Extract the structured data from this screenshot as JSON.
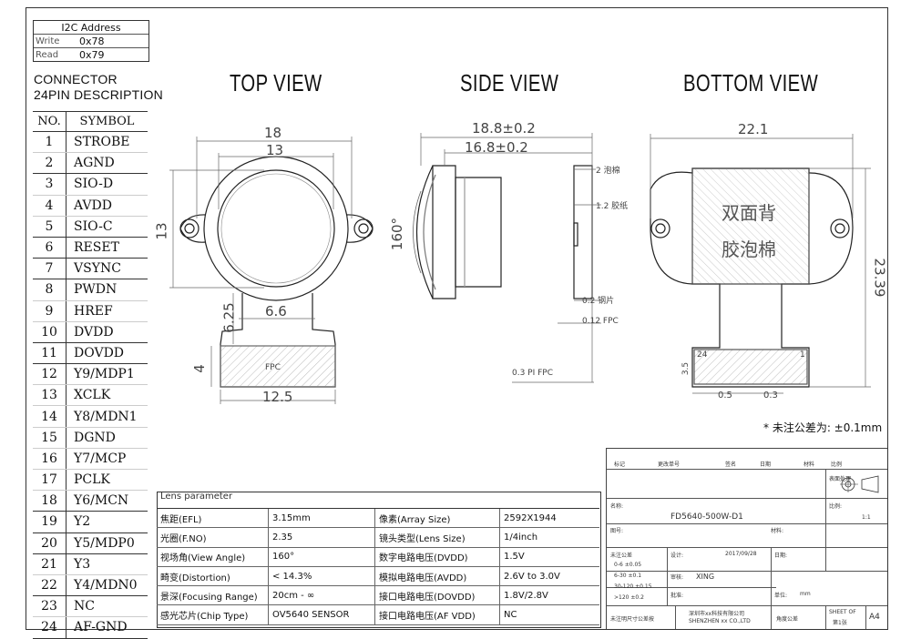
{
  "i2c": {
    "title": "I2C Address",
    "write_label": "Write",
    "write_value": "0x78",
    "read_label": "Read",
    "read_value": "0x79"
  },
  "connector": {
    "title_line1": "CONNECTOR",
    "title_line2": "24PIN DESCRIPTION",
    "col_no": "NO.",
    "col_symbol": "SYMBOL",
    "pins": [
      {
        "no": "1",
        "symbol": "STROBE"
      },
      {
        "no": "2",
        "symbol": "AGND"
      },
      {
        "no": "3",
        "symbol": "SIO-D"
      },
      {
        "no": "4",
        "symbol": "AVDD"
      },
      {
        "no": "5",
        "symbol": "SIO-C"
      },
      {
        "no": "6",
        "symbol": "RESET"
      },
      {
        "no": "7",
        "symbol": "VSYNC"
      },
      {
        "no": "8",
        "symbol": "PWDN"
      },
      {
        "no": "9",
        "symbol": "HREF"
      },
      {
        "no": "10",
        "symbol": "DVDD"
      },
      {
        "no": "11",
        "symbol": "DOVDD"
      },
      {
        "no": "12",
        "symbol": "Y9/MDP1"
      },
      {
        "no": "13",
        "symbol": "XCLK"
      },
      {
        "no": "14",
        "symbol": "Y8/MDN1"
      },
      {
        "no": "15",
        "symbol": "DGND"
      },
      {
        "no": "16",
        "symbol": "Y7/MCP"
      },
      {
        "no": "17",
        "symbol": "PCLK"
      },
      {
        "no": "18",
        "symbol": "Y6/MCN"
      },
      {
        "no": "19",
        "symbol": "Y2"
      },
      {
        "no": "20",
        "symbol": "Y5/MDP0"
      },
      {
        "no": "21",
        "symbol": "Y3"
      },
      {
        "no": "22",
        "symbol": "Y4/MDN0"
      },
      {
        "no": "23",
        "symbol": "NC"
      },
      {
        "no": "24",
        "symbol": "AF-GND"
      }
    ]
  },
  "views": {
    "top": "TOP VIEW",
    "side": "SIDE VIEW",
    "bottom": "BOTTOM VIEW"
  },
  "top_dims": {
    "width_outer": "18",
    "width_inner": "13",
    "height": "13",
    "neck_height": "6.25",
    "neck_width": "6.6",
    "tail_height": "4",
    "tail_width": "12.5",
    "tail_label": "FPC"
  },
  "side_dims": {
    "len_outer": "18.8±0.2",
    "len_inner": "16.8±0.2",
    "angle": "160°",
    "foam": "2 泡棉",
    "glue": "1.2 胶纸",
    "steel": "0.2 钢片",
    "fpc": "0.12 FPC",
    "pi_fpc": "0.3 PI FPC"
  },
  "bottom_dims": {
    "width": "22.1",
    "height": "23.39",
    "foam_label_1": "双面背",
    "foam_label_2": "胶泡棉",
    "pitch": "0.5",
    "pad": "0.3",
    "pin24": "24",
    "pin1": "1",
    "edge": "3.5"
  },
  "tolerance_note": "* 未注公差为: ±0.1mm",
  "lens": {
    "title": "Lens parameter",
    "rows": [
      [
        "焦距(EFL)",
        "3.15mm",
        "像素(Array Size)",
        "2592X1944"
      ],
      [
        "光圈(F.NO)",
        "2.35",
        "镜头类型(Lens Size)",
        "1/4inch"
      ],
      [
        "视场角(View Angle)",
        "160°",
        "数字电路电压(DVDD)",
        "1.5V"
      ],
      [
        "畸变(Distortion)",
        "< 14.3%",
        "模拟电路电压(AVDD)",
        "2.6V to 3.0V"
      ],
      [
        "景深(Focusing Range)",
        "20cm - ∞",
        "接口电路电压(DOVDD)",
        "1.8V/2.8V"
      ],
      [
        "感光芯片(Chip Type)",
        "OV5640 SENSOR",
        "接口电路电压(AF VDD)",
        "NC"
      ]
    ]
  },
  "title_block": {
    "h1": "标记",
    "h2": "更改单号",
    "h3": "签名",
    "h4": "日期",
    "h5": "材料",
    "h6": "比例",
    "title_label": "名称:",
    "part_no": "FD5640-500W-D1",
    "drawing_no": "图号:",
    "material": "材料:",
    "designer_label": "设计:",
    "designer": "XING",
    "date_label": "日期:",
    "date_value": "2017/09/28",
    "checker_label": "审核:",
    "approver_label": "批准:",
    "scale_label": "比例:",
    "scale_value": "1:1",
    "unit_label": "单位:",
    "unit_value": "mm",
    "tol_header": "未注公差",
    "tol1": "0-6 ±0.05",
    "tol2": "6-30 ±0.1",
    "tol3": "30-120 ±0.15",
    "tol4": ">120 ±0.2",
    "company_1": "深圳市xx科技有限公司",
    "company_2": "SHENZHEN xx CO.,LTD",
    "sheet_label": "SHEET OF",
    "sheet_value": "第1张",
    "size": "A4",
    "unmarked": "未注明尺寸公差按",
    "angle_label": "角度公差",
    "finish": "表面处理"
  }
}
